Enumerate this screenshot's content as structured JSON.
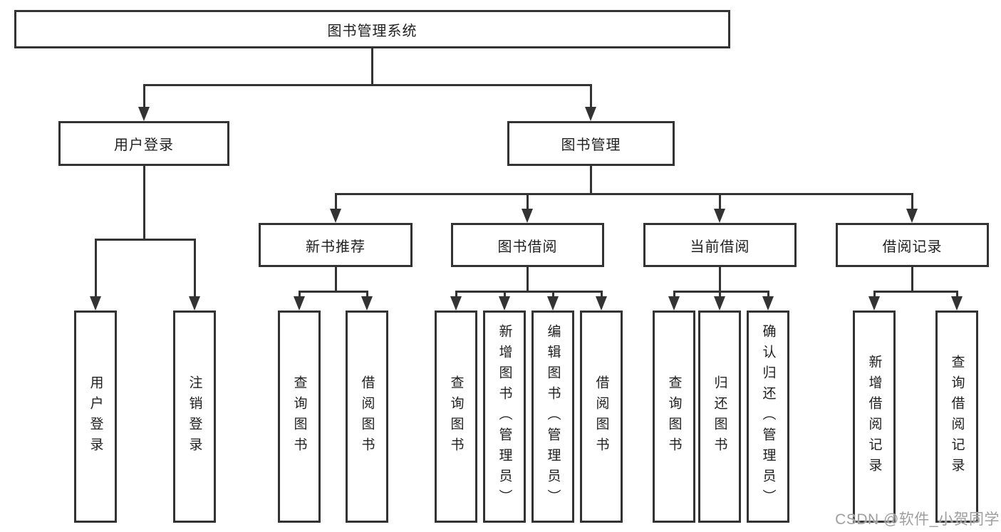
{
  "root": {
    "label": "图书管理系统"
  },
  "branches": [
    {
      "label": "用户登录",
      "children": [
        {
          "label": "用户登录"
        },
        {
          "label": "注销登录"
        }
      ]
    },
    {
      "label": "图书管理",
      "children": [
        {
          "label": "新书推荐",
          "children": [
            {
              "label": "查询图书"
            },
            {
              "label": "借阅图书"
            }
          ]
        },
        {
          "label": "图书借阅",
          "children": [
            {
              "label": "查询图书"
            },
            {
              "label": "新增图书（管理员）"
            },
            {
              "label": "编辑图书（管理员）"
            },
            {
              "label": "借阅图书"
            }
          ]
        },
        {
          "label": "当前借阅",
          "children": [
            {
              "label": "查询图书"
            },
            {
              "label": "归还图书"
            },
            {
              "label": "确认归还（管理员）"
            }
          ]
        },
        {
          "label": "借阅记录",
          "children": [
            {
              "label": "新增借阅记录"
            },
            {
              "label": "查询借阅记录"
            }
          ]
        }
      ]
    }
  ],
  "watermark": {
    "text": "CSDN @软件_小贺同学"
  },
  "colors": {
    "line": "#333333",
    "text": "#1f1f1f",
    "watermark": "#9e9e9e",
    "background": "#ffffff"
  }
}
